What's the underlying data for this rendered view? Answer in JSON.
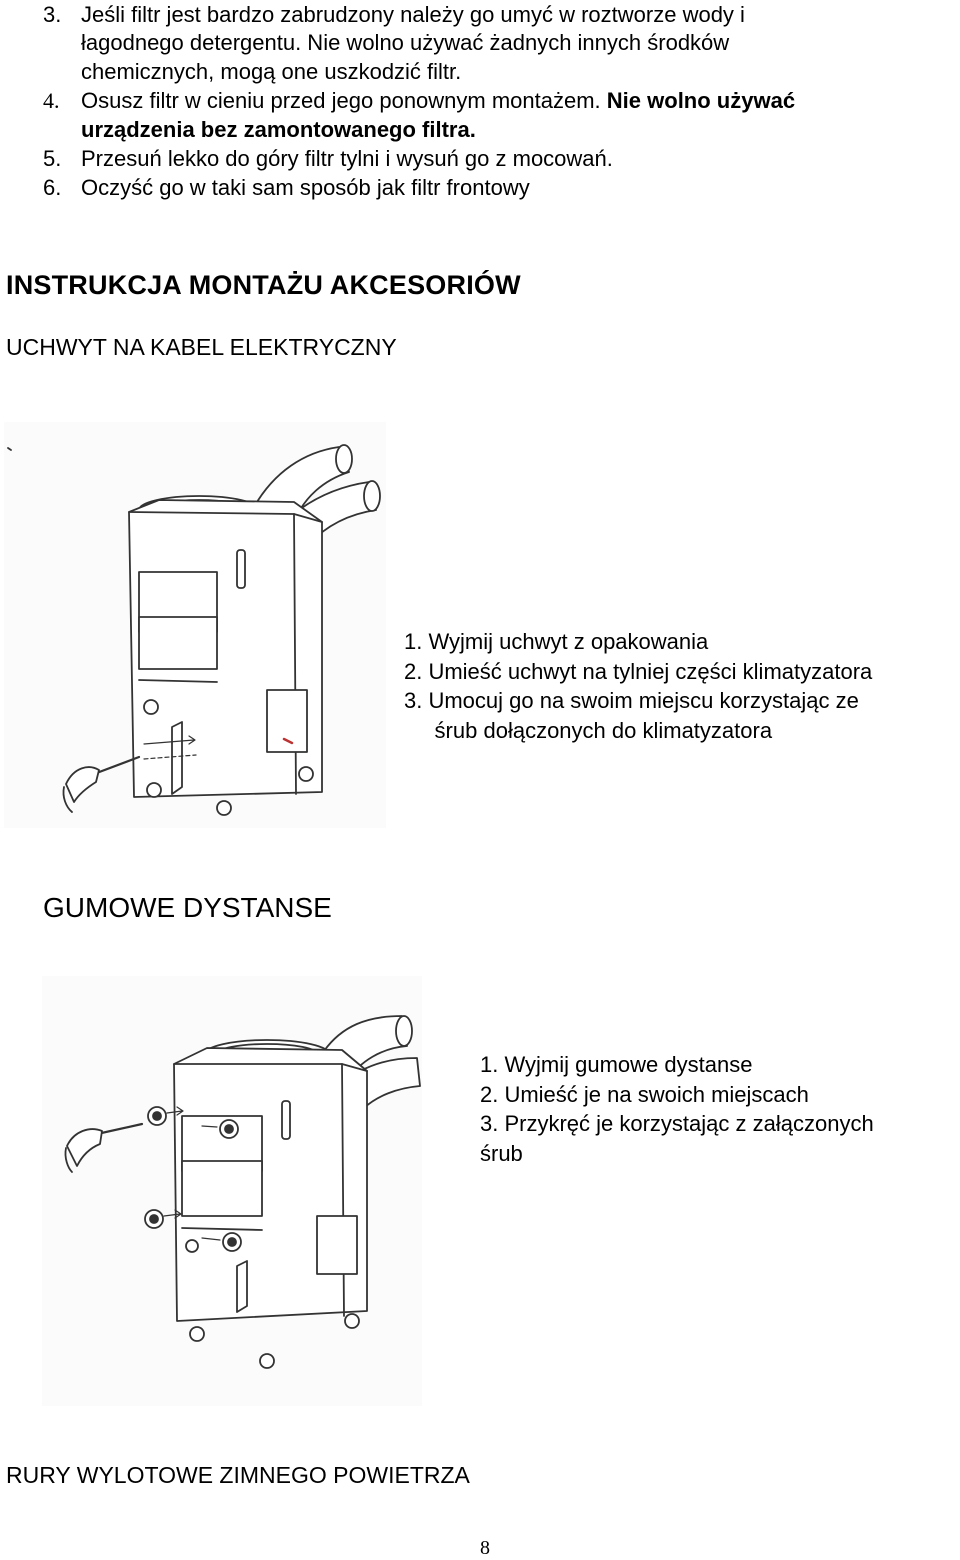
{
  "filter_steps": {
    "s3_num": "3.",
    "s3_l1": "Jeśli filtr jest bardzo zabrudzony należy go umyć w roztworze wody i",
    "s3_l2": "łagodnego detergentu. Nie wolno używać żadnych innych środków",
    "s3_l3": "chemicznych, mogą one uszkodzić filtr.",
    "s4_num": "4.",
    "s4_text": "Osusz filtr w cieniu przed jego ponownym montażem.",
    "s4_bold1": "Nie wolno używać",
    "s4_bold2": "urządzenia bez zamontowanego filtra.",
    "s5_num": "5.",
    "s5_text": "Przesuń lekko do góry filtr tylni i wysuń go z mocowań.",
    "s6_num": "6.",
    "s6_text": "Oczyść go w taki sam sposób jak filtr frontowy"
  },
  "section_title": "INSTRUKCJA MONTAŻU AKCESORIÓW",
  "cable_holder": {
    "title": "UCHWYT NA KABEL ELEKTRYCZNY",
    "steps": [
      "1.  Wyjmij uchwyt z opakowania",
      "2.  Umieść uchwyt na tylniej części klimatyzatora",
      "3.  Umocuj go na swoim miejscu korzystając ze",
      "     śrub dołączonych do klimatyzatora"
    ]
  },
  "rubber_spacers": {
    "title": "GUMOWE DYSTANSE",
    "steps": [
      "1. Wyjmij gumowe dystanse",
      "2. Umieść je na swoich miejscach",
      "3. Przykręć je korzystając z załączonych",
      "śrub"
    ]
  },
  "exhaust_pipes": {
    "title": "RURY WYLOTOWE ZIMNEGO POWIETRZA"
  },
  "page_number": "8"
}
